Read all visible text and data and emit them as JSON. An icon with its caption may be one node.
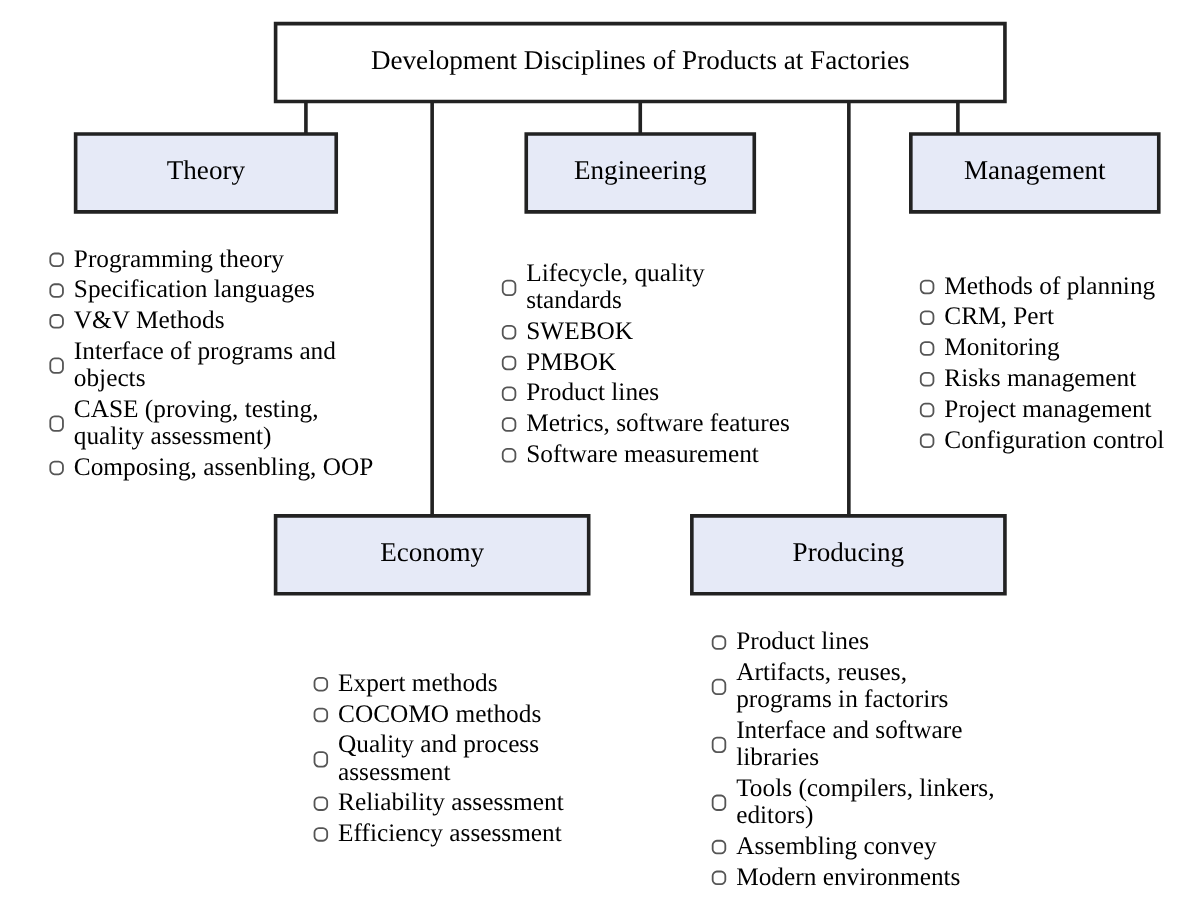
{
  "diagram": {
    "nodes": [
      {
        "text": [
          "Development Disciplines of Products at Factories"
        ]
      },
      {
        "text": [
          "Theory"
        ],
        "beside": [
          "Programming theory",
          "Specification languages",
          "V&V Methods",
          "Interface of programs and objects",
          "CASE (proving, testing, quality assessment)",
          "Composing, assenbling, OOP"
        ]
      },
      {
        "text": [
          "Engineering"
        ],
        "beside": [
          "Lifecycle, quality standards",
          "SWEBOK",
          "PMBOK",
          "Product lines",
          "Metrics, software features",
          "Software measurement"
        ]
      },
      {
        "text": [
          "Management"
        ],
        "beside": [
          "Methods of planning",
          "CRM, Pert",
          "Monitoring",
          "Risks management",
          "Project management",
          "Configuration control"
        ]
      },
      {
        "text": [
          "Economy"
        ],
        "beside": [
          "Expert methods",
          "COCOMO methods",
          "Quality and process assessment",
          "Reliability assessment",
          "Efficiency assessment"
        ]
      },
      {
        "text": [
          "Producing"
        ],
        "beside": [
          "Product lines",
          "Artifacts, reuses, programs in factorirs",
          "Interface and software libraries",
          "Tools (compilers, linkers, editors)",
          "Assembling convey",
          "Modern environments"
        ]
      }
    ],
    "edges": [
      {
        "from": 0,
        "to": 1,
        "arrow": "none"
      },
      {
        "from": 0,
        "to": 4,
        "arrow": "none"
      },
      {
        "from": 0,
        "to": 2,
        "arrow": "none"
      },
      {
        "from": 0,
        "to": 5,
        "arrow": "none"
      },
      {
        "from": 0,
        "to": 3,
        "arrow": "none"
      }
    ]
  }
}
